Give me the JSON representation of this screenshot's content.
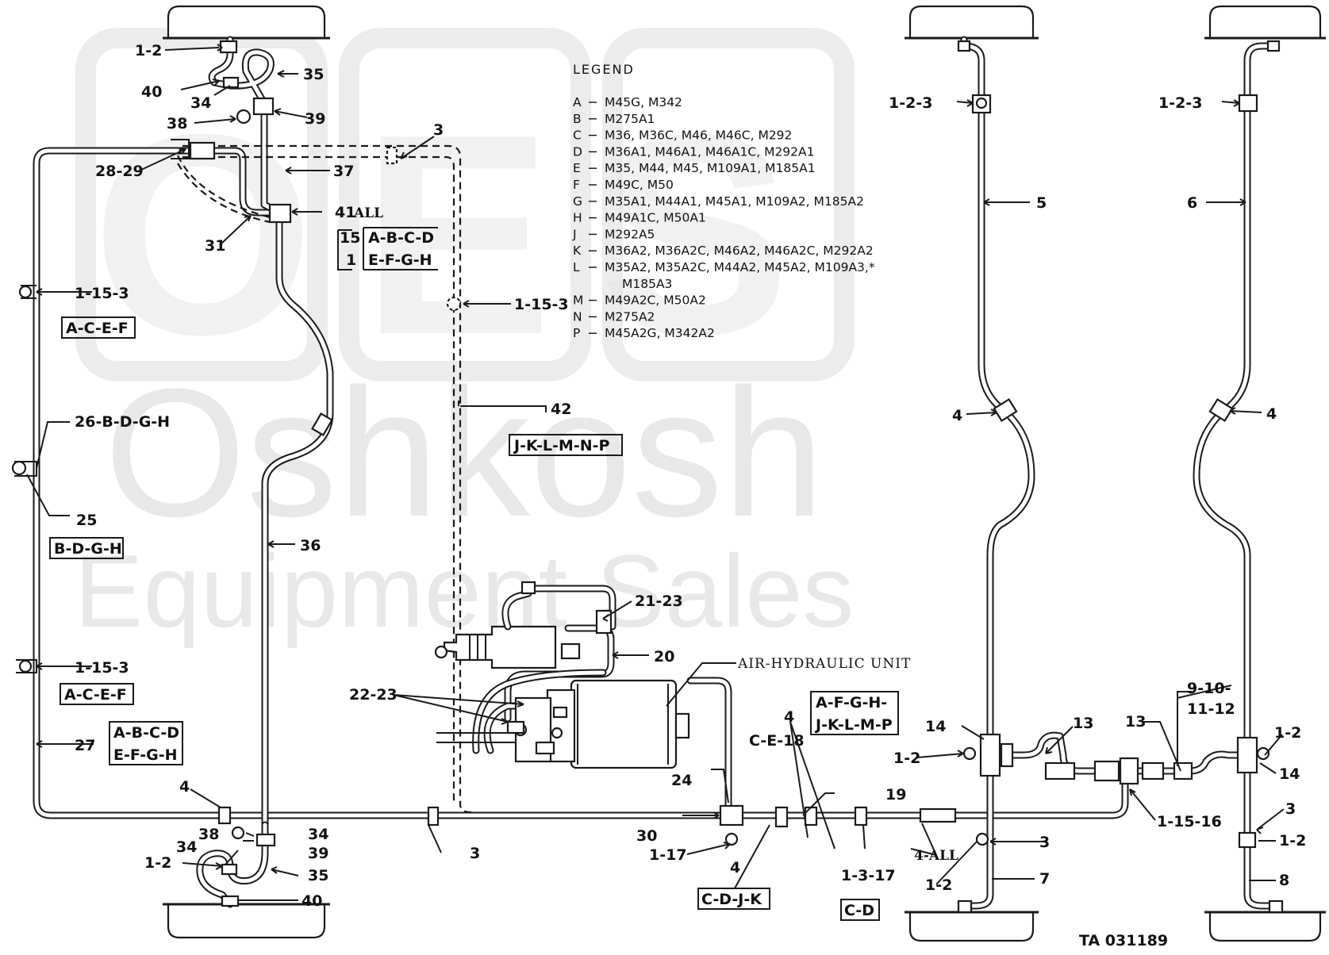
{
  "watermark": {
    "letters": "OES",
    "line1": "Oshkosh",
    "line2": "Equipment Sales"
  },
  "legend": {
    "title": "LEGEND",
    "rows": [
      {
        "key": "A",
        "text": "M45G, M342"
      },
      {
        "key": "B",
        "text": "M275A1"
      },
      {
        "key": "C",
        "text": "M36, M36C, M46, M46C, M292"
      },
      {
        "key": "D",
        "text": "M36A1, M46A1, M46A1C, M292A1"
      },
      {
        "key": "E",
        "text": "M35, M44, M45, M109A1, M185A1"
      },
      {
        "key": "F",
        "text": "M49C, M50"
      },
      {
        "key": "G",
        "text": "M35A1, M44A1, M45A1, M109A2, M185A2"
      },
      {
        "key": "H",
        "text": "M49A1C, M50A1"
      },
      {
        "key": "J",
        "text": "M292A5"
      },
      {
        "key": "K",
        "text": "M36A2, M36A2C, M46A2, M46A2C, M292A2"
      },
      {
        "key": "L",
        "text": "M35A2, M35A2C, M44A2, M45A2, M109A3,*"
      },
      {
        "key": "",
        "text": "M185A3"
      },
      {
        "key": "M",
        "text": "M49A2C, M50A2"
      },
      {
        "key": "N",
        "text": "M275A2"
      },
      {
        "key": "P",
        "text": "M45A2G, M342A2"
      }
    ]
  },
  "callouts": {
    "c1_2_top": "1-2",
    "c35_top": "35",
    "c40_top": "40",
    "c34_top": "34",
    "c38_top": "38",
    "c39_top": "39",
    "c3_top": "3",
    "c28_29": "28-29",
    "c37": "37",
    "c41": "41",
    "c41_all": "ALL",
    "c15": "15",
    "c1": "1",
    "grp_abcd": "A-B-C-D",
    "grp_efgh": "E-F-G-H",
    "c31": "31",
    "c1_15_3_left": "1-15-3",
    "grp_acef_1": "A-C-E-F",
    "c1_15_3_mid": "1-15-3",
    "c26": "26-B-D-G-H",
    "c25": "25",
    "grp_bdgh": "B-D-G-H",
    "c36": "36",
    "c42": "42",
    "grp_jklmnp": "J-K-L-M-N-P",
    "c21_23": "21-23",
    "c20": "20",
    "air_hydraulic": "AIR-HYDRAULIC UNIT",
    "c1_15_3_low": "1-15-3",
    "grp_acef_2": "A-C-E-F",
    "c22_23": "22-23",
    "c27": "27",
    "grp_abcd_2": "A-B-C-D",
    "grp_efgh_2": "E-F-G-H",
    "c4_mid": "4",
    "grp_afgh": "A-F-G-H-",
    "grp_jklmp": "J-K-L-M-P",
    "c_ce18": "C-E-18",
    "c24": "24",
    "c19": "19",
    "c4_left": "4",
    "c38_bot": "38",
    "c34_bot": "34",
    "c39_bot": "39",
    "c1_2_bot": "1-2",
    "c34_bot2": "34",
    "c35_bot": "35",
    "c40_bot": "40",
    "c3_bot": "3",
    "c30": "30",
    "c1_17": "1-17",
    "c4_bot": "4",
    "grp_cdjk": "C-D-J-K",
    "c1_3_17": "1-3-17",
    "grp_cd": "C-D",
    "c4_all": "4-ALL",
    "c1_2_3_r1": "1-2-3",
    "c5": "5",
    "c4_r1": "4",
    "c14_r1": "14",
    "c1_2_r1": "1-2",
    "c13_a": "13",
    "c3_r1": "3",
    "c1_2_r1b": "1-2",
    "c7": "7",
    "c1_2_3_r2": "1-2-3",
    "c6": "6",
    "c4_r2": "4",
    "c9_10": "9-10-",
    "c11_12": "11-12",
    "c13_b": "13",
    "c1_15_16": "1-15-16",
    "c1_2_r2": "1-2",
    "c14_r2": "14",
    "c3_r2": "3",
    "c1_2_r2b": "1-2",
    "c8": "8",
    "ta_number": "TA 031189"
  }
}
